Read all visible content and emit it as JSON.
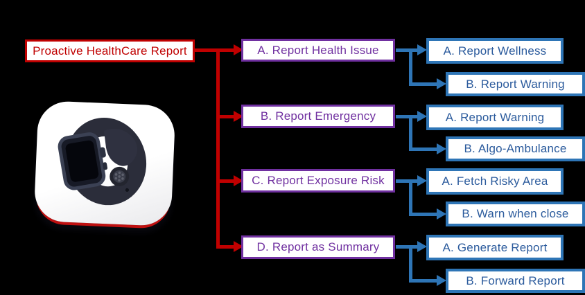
{
  "root": {
    "label": "Proactive HealthCare Report"
  },
  "branches": [
    {
      "label": "A. Report Health Issue",
      "children": [
        {
          "label": "A. Report Wellness"
        },
        {
          "label": "B. Report Warning"
        }
      ]
    },
    {
      "label": "B. Report Emergency",
      "children": [
        {
          "label": "A. Report Warning"
        },
        {
          "label": "B. Algo-Ambulance"
        }
      ]
    },
    {
      "label": "C. Report Exposure Risk",
      "children": [
        {
          "label": "A. Fetch Risky Area"
        },
        {
          "label": "B. Warn when close"
        }
      ]
    },
    {
      "label": "D. Report as Summary",
      "children": [
        {
          "label": "A. Generate Report"
        },
        {
          "label": "B. Forward Report"
        }
      ]
    }
  ],
  "image": {
    "name": "smartwatch-on-white-card"
  },
  "colors": {
    "background": "#000000",
    "node_fill": "#FFFFFF",
    "root_accent": "#C00000",
    "branch_accent": "#7030A0",
    "leaf_border": "#2E75B6",
    "leaf_text": "#2A5A9C"
  }
}
